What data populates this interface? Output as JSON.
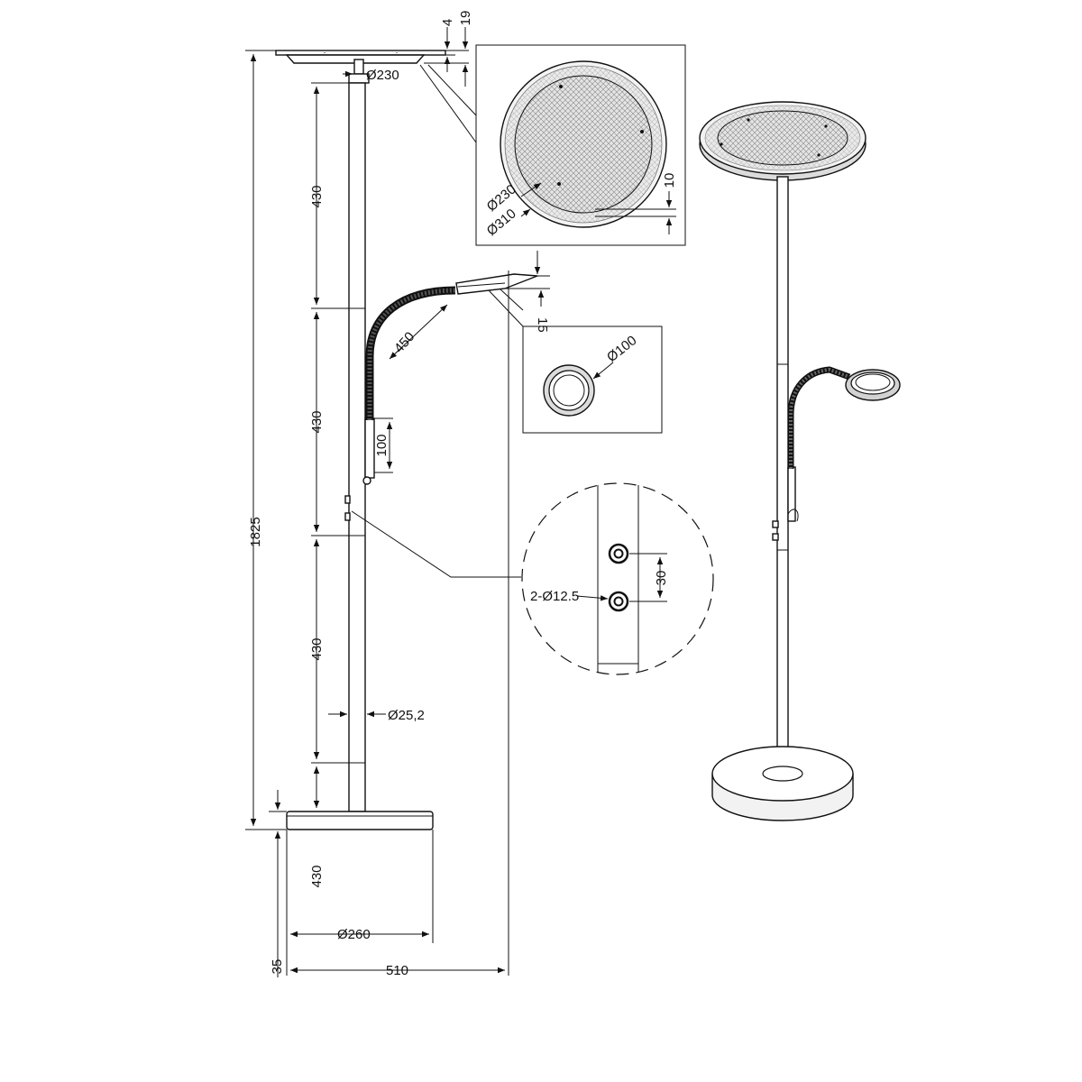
{
  "dimensions": {
    "total_height": "1825",
    "top_disc_thickness": "4",
    "top_disc_height": "19",
    "top_diffuser_diameter": "Ø230",
    "pole_segment_1": "430",
    "pole_segment_2": "430",
    "pole_segment_3": "430",
    "pole_segment_4": "430",
    "pole_diameter": "Ø25,2",
    "base_diameter": "Ø260",
    "base_height": "35",
    "overall_width": "510",
    "arm_length": "450",
    "arm_lower_length": "100",
    "reading_head_thickness": "15"
  },
  "detail_top": {
    "inner_diameter": "Ø230",
    "outer_diameter": "Ø310",
    "rim_height": "10"
  },
  "detail_reading": {
    "ring_diameter": "Ø100"
  },
  "detail_switch": {
    "button_spec": "2-Ø12.5",
    "button_spacing": "30"
  }
}
